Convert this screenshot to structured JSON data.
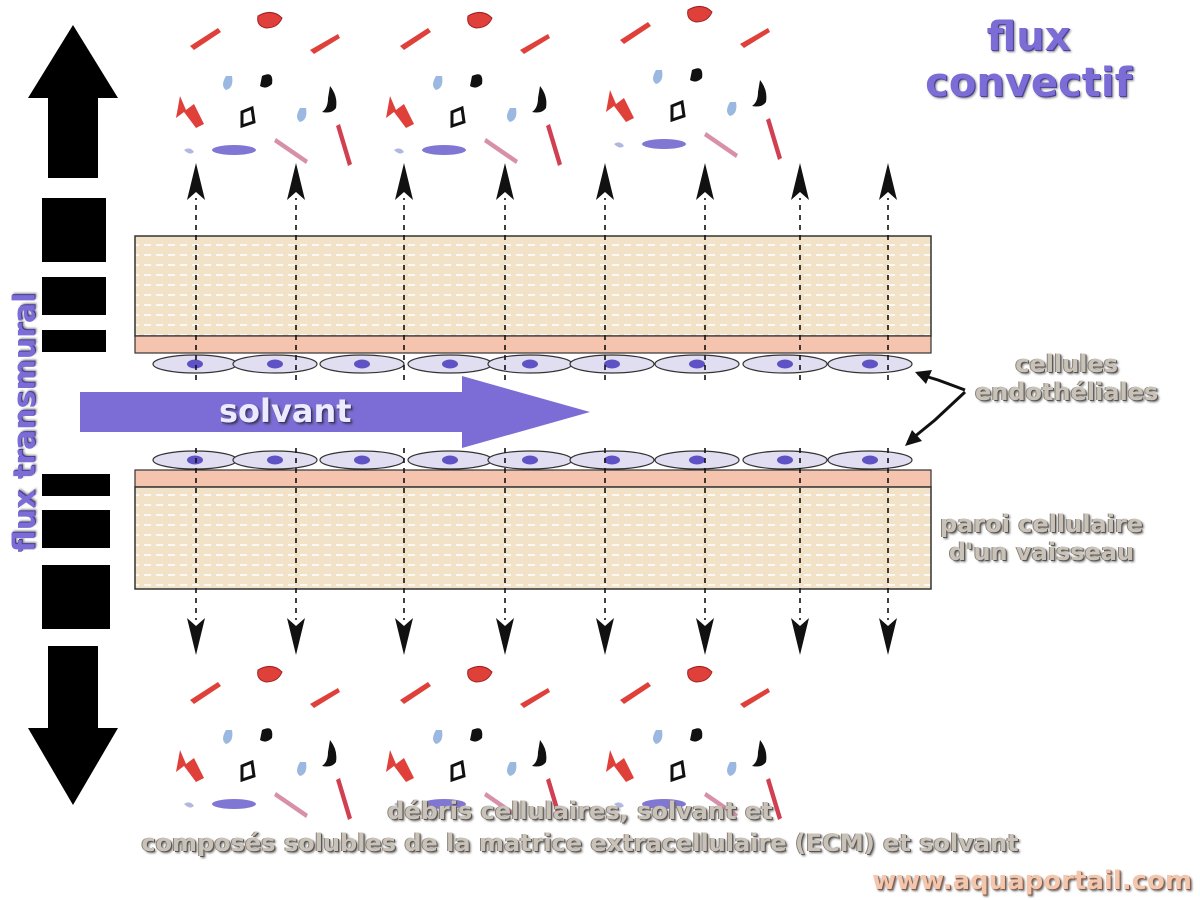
{
  "title": {
    "line1": "flux",
    "line2": "convectif"
  },
  "side_label": "flux transmural",
  "flow_label": "solvant",
  "endothelial_label": {
    "line1": "cellules",
    "line2": "endothéliales"
  },
  "wall_label": {
    "line1": "paroi cellulaire",
    "line2": "d'un vaisseau"
  },
  "debris_caption": {
    "line1": "débris cellulaires, solvant et",
    "line2": "composés solubles de la matrice extracellulaire (ECM) et solvant"
  },
  "watermark": "www.aquaportail.com",
  "colors": {
    "wall": "#f2e2c8",
    "lining": "#f4c4ae",
    "cell_fill": "#e1def2",
    "nucleus": "#5e52c4",
    "flow_arrow": "#7b6cd6",
    "debris_red": "#e0403a",
    "debris_blue": "#9bb8e0",
    "debris_purple": "#8076d4",
    "debris_black": "#111111"
  },
  "icons": [
    "double-headed-vertical-arrow",
    "flow-arrow",
    "dashed-arrows",
    "debris-particles"
  ]
}
